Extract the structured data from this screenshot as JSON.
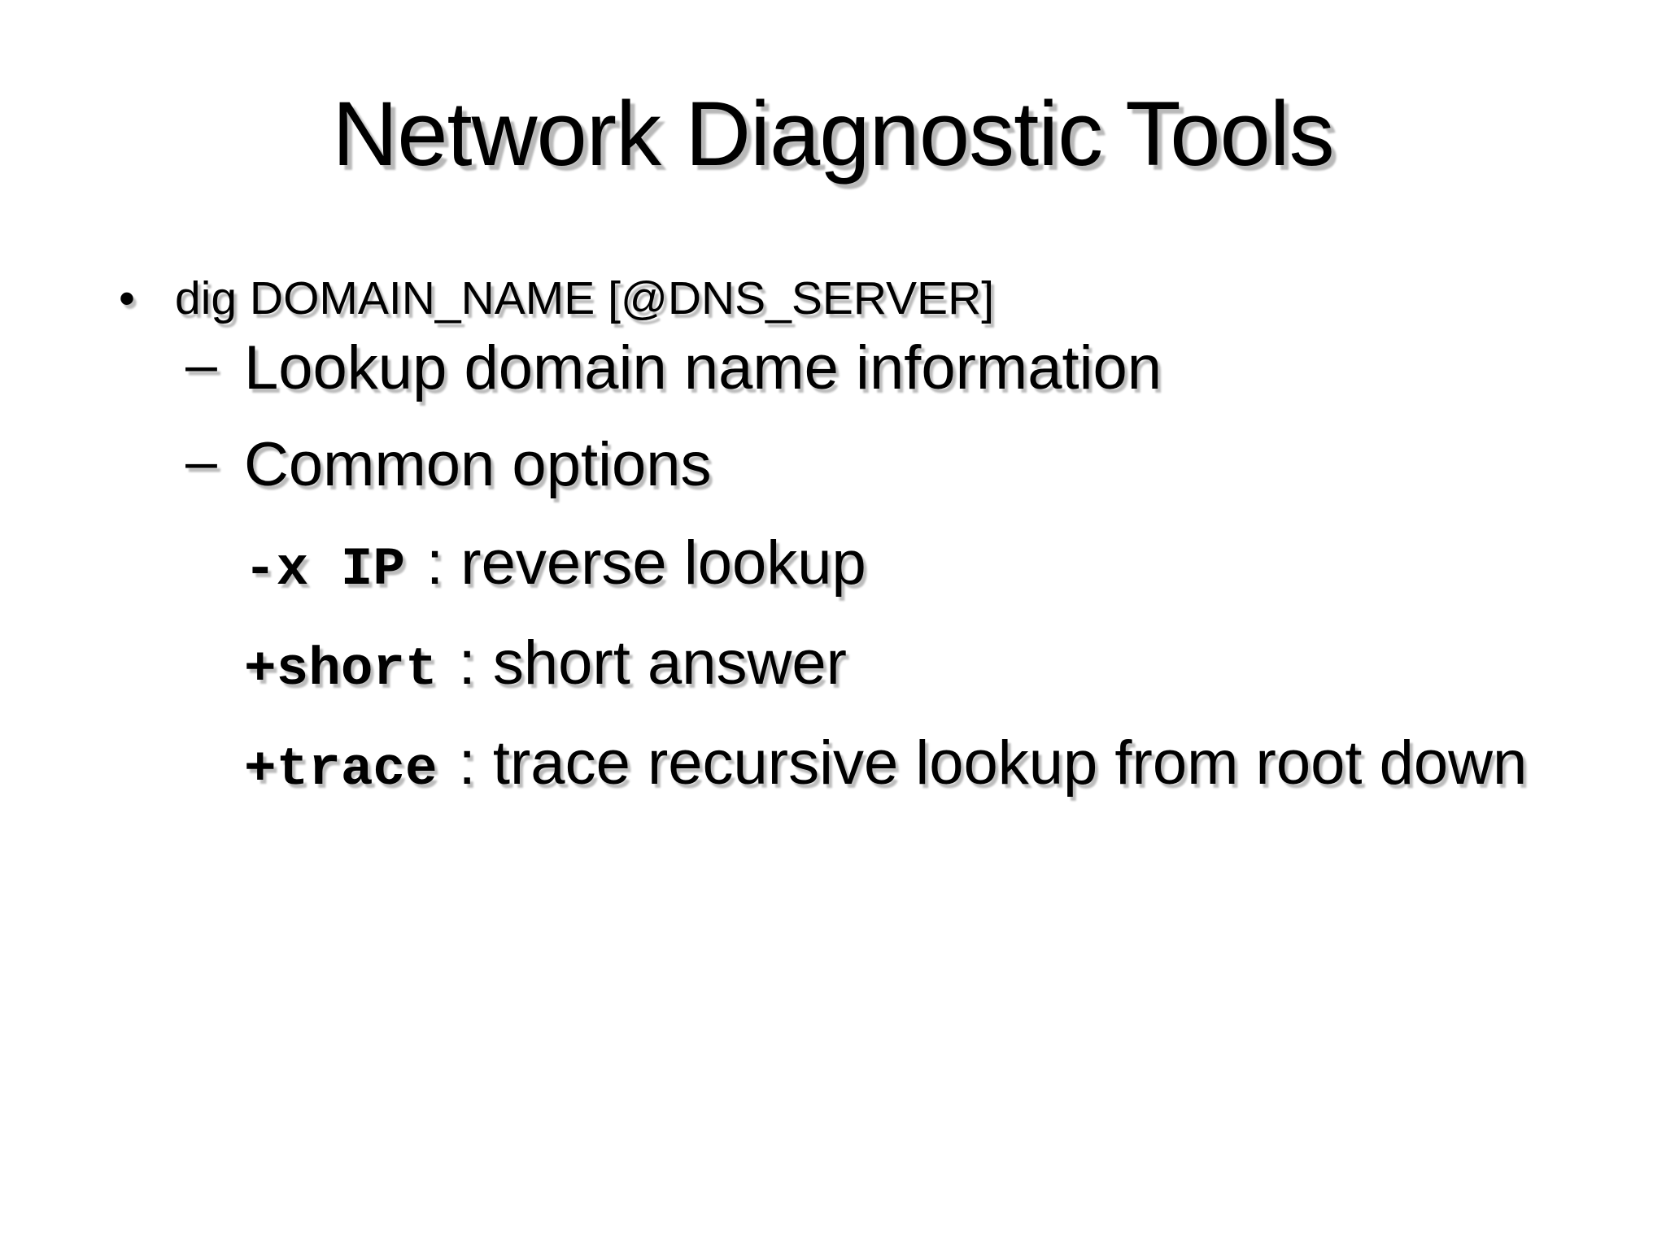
{
  "slide": {
    "title": "Network Diagnostic Tools",
    "colors": {
      "background": "#ffffff",
      "text": "#000000",
      "shadow": "#bdbdbd"
    },
    "lines": [
      {
        "marker": "•",
        "text": "dig DOMAIN_NAME [@DNS_SERVER]"
      },
      {
        "marker": "–",
        "text": "Lookup domain name information"
      },
      {
        "marker": "–",
        "text": "Common options"
      },
      {
        "code": "-x IP",
        "desc": ": reverse lookup"
      },
      {
        "code": "+short",
        "desc": ": short answer"
      },
      {
        "code": "+trace",
        "desc": ": trace recursive lookup from root down"
      }
    ]
  }
}
